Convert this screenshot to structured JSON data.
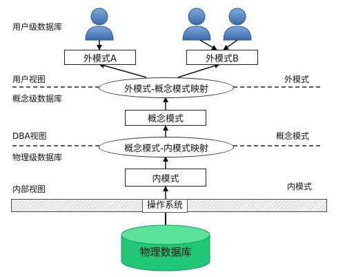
{
  "left_labels": {
    "user_level_db": "用户级数据库",
    "user_view": "用户视图",
    "conceptual_level_db": "概念级数据库",
    "dba_view": "DBA视图",
    "physical_level_db": "物理级数据库",
    "internal_view": "内部视图"
  },
  "right_labels": {
    "external_schema": "外模式",
    "conceptual_schema": "概念模式",
    "internal_schema": "内模式"
  },
  "boxes": {
    "external_a": "外模式A",
    "external_b": "外模式B",
    "conceptual": "概念模式",
    "internal": "内模式"
  },
  "mappings": {
    "external_conceptual": "外模式-概念模式映射",
    "conceptual_internal": "概念模式-内模式映射"
  },
  "operating_system": "操作系统",
  "physical_database": "物理数据库",
  "colors": {
    "user_icon": "#4a7fbf",
    "database_fill": "#1fc776",
    "database_top": "#5be39c",
    "dashed_line": "#222222"
  },
  "icons": [
    "user-icon",
    "user-icon",
    "user-icon"
  ]
}
